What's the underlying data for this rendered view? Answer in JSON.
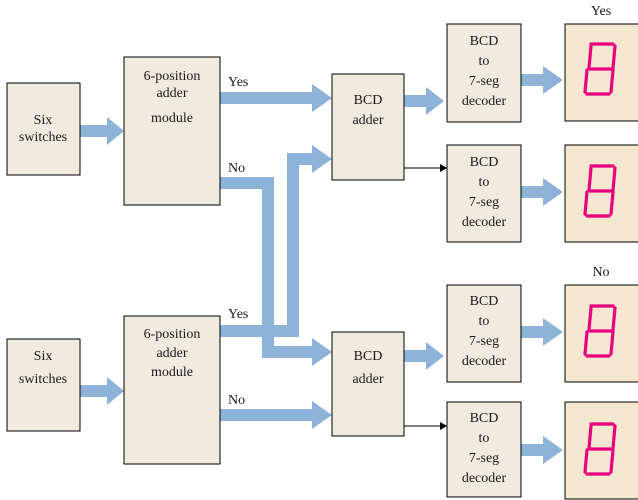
{
  "inputs": {
    "top": [
      "Six",
      "switches"
    ],
    "bottom": [
      "Six",
      "switches"
    ]
  },
  "adder_modules": {
    "top": [
      "6-position",
      "adder",
      "module"
    ],
    "bottom": [
      "6-position",
      "adder",
      "module"
    ]
  },
  "bcd_adders": {
    "top": [
      "BCD",
      "adder"
    ],
    "bottom": [
      "BCD",
      "adder"
    ]
  },
  "decoders": [
    [
      "BCD",
      "to",
      "7-seg",
      "decoder"
    ],
    [
      "BCD",
      "to",
      "7-seg",
      "decoder"
    ],
    [
      "BCD",
      "to",
      "7-seg",
      "decoder"
    ],
    [
      "BCD",
      "to",
      "7-seg",
      "decoder"
    ]
  ],
  "labels": {
    "top_yes": "Yes",
    "top_no": "No",
    "bottom_yes": "Yes",
    "bottom_no": "No",
    "display_yes": "Yes",
    "display_no": "No"
  },
  "display": {
    "digit_color": "#e6007e",
    "digits": [
      "8",
      "8",
      "8",
      "8"
    ]
  },
  "colors": {
    "arrow": "#8db3d9",
    "box_fill": "#f1eadf",
    "display_fill": "#f3e7d0"
  }
}
